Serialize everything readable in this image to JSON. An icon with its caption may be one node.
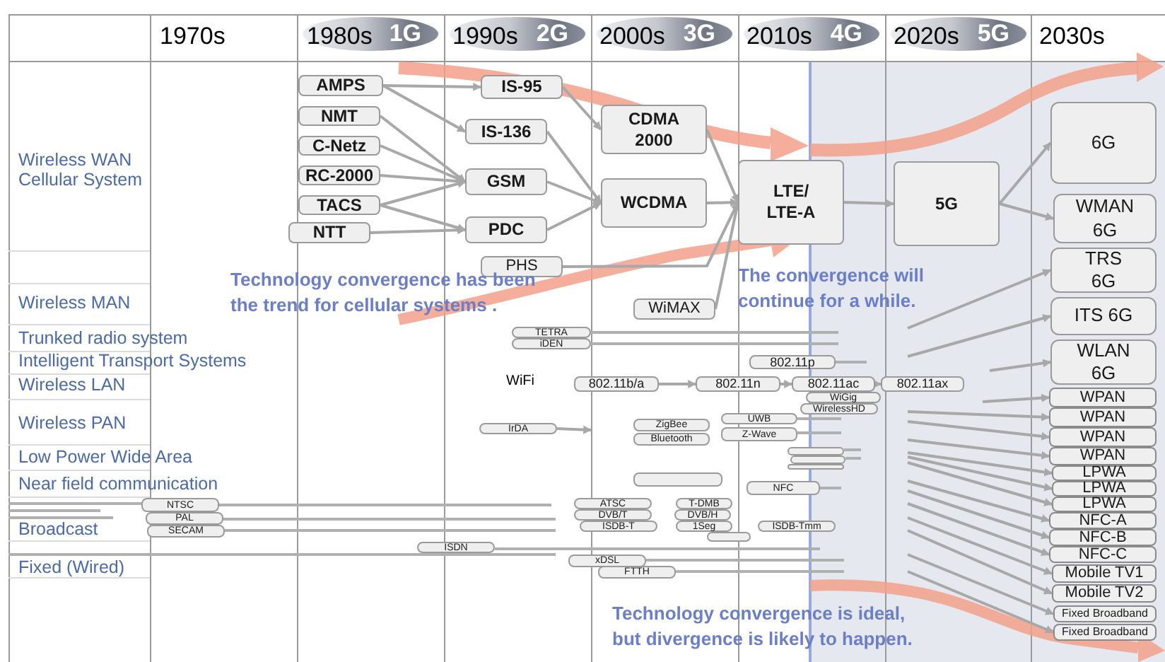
{
  "diagram": {
    "nodes": [
      {
        "text": [
          "1G"
        ]
      },
      {
        "text": [
          "2G"
        ]
      },
      {
        "text": [
          "3G"
        ]
      },
      {
        "text": [
          "4G"
        ]
      },
      {
        "text": [
          "5G"
        ]
      },
      {
        "text": [
          "AMPS"
        ]
      },
      {
        "text": [
          "NMT"
        ]
      },
      {
        "text": [
          "C-Netz"
        ]
      },
      {
        "text": [
          "RC-2000"
        ]
      },
      {
        "text": [
          "TACS"
        ]
      },
      {
        "text": [
          "NTT"
        ]
      },
      {
        "text": [
          "IS-95"
        ]
      },
      {
        "text": [
          "IS-136"
        ]
      },
      {
        "text": [
          "GSM"
        ]
      },
      {
        "text": [
          "PDC"
        ]
      },
      {
        "text": [
          "PHS"
        ]
      },
      {
        "text": [
          "CDMA 2000"
        ]
      },
      {
        "text": [
          "WCDMA"
        ]
      },
      {
        "text": [
          "WiMAX"
        ]
      },
      {
        "text": [
          "LTE/ LTE-A"
        ]
      },
      {
        "text": [
          "5G"
        ]
      },
      {
        "text": [
          "6G"
        ]
      },
      {
        "text": [
          "WMAN 6G"
        ]
      },
      {
        "text": [
          "TRS 6G"
        ]
      },
      {
        "text": [
          "ITS 6G"
        ]
      },
      {
        "text": [
          "WLAN 6G"
        ]
      },
      {
        "text": [
          "WPAN"
        ]
      },
      {
        "text": [
          "WPAN"
        ]
      },
      {
        "text": [
          "WPAN"
        ]
      },
      {
        "text": [
          "WPAN"
        ]
      },
      {
        "text": [
          "LPWA"
        ]
      },
      {
        "text": [
          "LPWA"
        ]
      },
      {
        "text": [
          "LPWA"
        ]
      },
      {
        "text": [
          "NFC-A"
        ]
      },
      {
        "text": [
          "NFC-B"
        ]
      },
      {
        "text": [
          "NFC-C"
        ]
      },
      {
        "text": [
          "Mobile TV1"
        ]
      },
      {
        "text": [
          "Mobile TV2"
        ]
      },
      {
        "text": [
          "Fixed Broadband"
        ]
      },
      {
        "text": [
          "Fixed Broadband"
        ]
      },
      {
        "text": [
          "TETRA"
        ]
      },
      {
        "text": [
          "iDEN"
        ]
      },
      {
        "text": [
          "802.11p"
        ]
      },
      {
        "text": [
          "802.11b/a"
        ]
      },
      {
        "text": [
          "802.11n"
        ]
      },
      {
        "text": [
          "802.11ac"
        ]
      },
      {
        "text": [
          "802.11ax"
        ]
      },
      {
        "text": [
          "WiGig"
        ]
      },
      {
        "text": [
          "WirelessHD"
        ]
      },
      {
        "text": [
          "IrDA"
        ]
      },
      {
        "text": [
          "ZigBee"
        ]
      },
      {
        "text": [
          "Bluetooth"
        ]
      },
      {
        "text": [
          "UWB"
        ]
      },
      {
        "text": [
          "Z-Wave"
        ]
      },
      {
        "text": [],
        "shape": "box"
      },
      {
        "text": [],
        "shape": "box"
      },
      {
        "text": [],
        "shape": "box"
      },
      {
        "text": [],
        "shape": "box"
      },
      {
        "text": [
          "NFC"
        ]
      },
      {
        "text": [
          "NTSC"
        ]
      },
      {
        "text": [
          "PAL"
        ]
      },
      {
        "text": [
          "SECAM"
        ]
      },
      {
        "text": [
          "ATSC"
        ]
      },
      {
        "text": [
          "DVB/T"
        ]
      },
      {
        "text": [
          "ISDB-T"
        ]
      },
      {
        "text": [
          "T-DMB"
        ]
      },
      {
        "text": [
          "DVB/H"
        ]
      },
      {
        "text": [
          "1Seg"
        ]
      },
      {
        "text": [],
        "shape": "box"
      },
      {
        "text": [
          "ISDB-Tmm"
        ]
      },
      {
        "text": [
          "ISDN"
        ]
      },
      {
        "text": [
          "xDSL"
        ]
      },
      {
        "text": [
          "FTTH"
        ]
      }
    ],
    "edges": [
      {
        "from": 5,
        "to": 11,
        "arrow": "to"
      },
      {
        "from": 5,
        "to": 12,
        "arrow": "to"
      },
      {
        "from": 6,
        "to": 13,
        "arrow": "to"
      },
      {
        "from": 7,
        "to": 13,
        "arrow": "to"
      },
      {
        "from": 8,
        "to": 13,
        "arrow": "to"
      },
      {
        "from": 9,
        "to": 13,
        "arrow": "to"
      },
      {
        "from": 9,
        "to": 14,
        "arrow": "to"
      },
      {
        "from": 10,
        "to": 14,
        "arrow": "to"
      },
      {
        "from": 11,
        "to": 16,
        "arrow": "to"
      },
      {
        "from": 12,
        "to": 17,
        "arrow": "to"
      },
      {
        "from": 13,
        "to": 17,
        "arrow": "to"
      },
      {
        "from": 14,
        "to": 17,
        "arrow": "to"
      },
      {
        "from": 16,
        "to": 19,
        "arrow": "to"
      },
      {
        "from": 17,
        "to": 19,
        "arrow": "to"
      },
      {
        "from": 15,
        "to": 19,
        "arrow": "to"
      },
      {
        "from": 18,
        "to": 19,
        "arrow": "to"
      },
      {
        "from": 19,
        "to": 20,
        "arrow": "to"
      },
      {
        "from": 20,
        "to": 21,
        "arrow": "to"
      },
      {
        "from": 20,
        "to": 22,
        "arrow": "to"
      },
      {
        "from": null,
        "to": 23,
        "arrow": "to"
      },
      {
        "from": null,
        "to": 24,
        "arrow": "to"
      },
      {
        "from": null,
        "to": 25,
        "arrow": "to"
      },
      {
        "from": null,
        "to": 26,
        "arrow": "to"
      },
      {
        "from": null,
        "to": 27,
        "arrow": "to"
      },
      {
        "from": null,
        "to": 28,
        "arrow": "to"
      },
      {
        "from": null,
        "to": 29,
        "arrow": "to"
      },
      {
        "from": null,
        "to": 30,
        "arrow": "to"
      },
      {
        "from": null,
        "to": 31,
        "arrow": "to"
      },
      {
        "from": null,
        "to": 32,
        "arrow": "to"
      },
      {
        "from": null,
        "to": 33,
        "arrow": "to"
      },
      {
        "from": null,
        "to": 34,
        "arrow": "to"
      },
      {
        "from": null,
        "to": 35,
        "arrow": "to"
      },
      {
        "from": null,
        "to": 36,
        "arrow": "to"
      },
      {
        "from": null,
        "to": 37,
        "arrow": "to"
      },
      {
        "from": null,
        "to": 38,
        "arrow": "to"
      },
      {
        "from": null,
        "to": 39,
        "arrow": "to"
      },
      {
        "from": 43,
        "to": 44,
        "arrow": "to"
      },
      {
        "from": 44,
        "to": 45,
        "arrow": "to"
      },
      {
        "from": 45,
        "to": 46,
        "arrow": "to"
      },
      {
        "from": 49,
        "to": null,
        "arrow": "to"
      }
    ],
    "labels": [
      "1970s",
      "1980s",
      "1990s",
      "2000s",
      "2010s",
      "2020s",
      "2030s",
      "Wireless WAN Cellular System",
      "Wireless MAN",
      "Trunked radio system",
      "Intelligent Transport Systems",
      "Wireless LAN",
      "Wireless PAN",
      "Low Power Wide Area",
      "Near field communication",
      "Broadcast",
      "Fixed (Wired)",
      "WiFi",
      "Technology convergence has been the trend for cellular systems .",
      "The convergence will continue for a while.",
      "Technology convergence is ideal, but divergence is likely to happen."
    ]
  }
}
